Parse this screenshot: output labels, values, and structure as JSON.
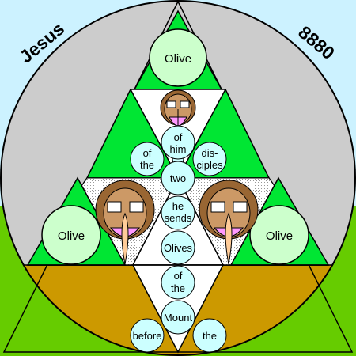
{
  "corner_labels": {
    "left": "Jesus",
    "right": "8880"
  },
  "olive_labels": {
    "top": "Olive",
    "left": "Olive",
    "right": "Olive"
  },
  "words": {
    "of1": "of",
    "him": "him",
    "of2": "of",
    "the1": "the",
    "dis": "dis-",
    "ciples": "ciples",
    "two": "two",
    "he": "he",
    "sends": "sends",
    "olives": "Olives",
    "of3": "of",
    "the2": "the",
    "mount": "Mount",
    "before": "before",
    "the3": "the"
  },
  "colors": {
    "sky": "#ccf2ff",
    "grass": "#66cc00",
    "earth": "#cc9900",
    "disc": "#cccccc",
    "triangle": "#00e633",
    "olive_circle": "#ccffcc",
    "word_circle": "#ccffff",
    "skin": "#cc9966",
    "hair": "#996633",
    "beard": "#ff99ff",
    "outline": "#000000"
  }
}
